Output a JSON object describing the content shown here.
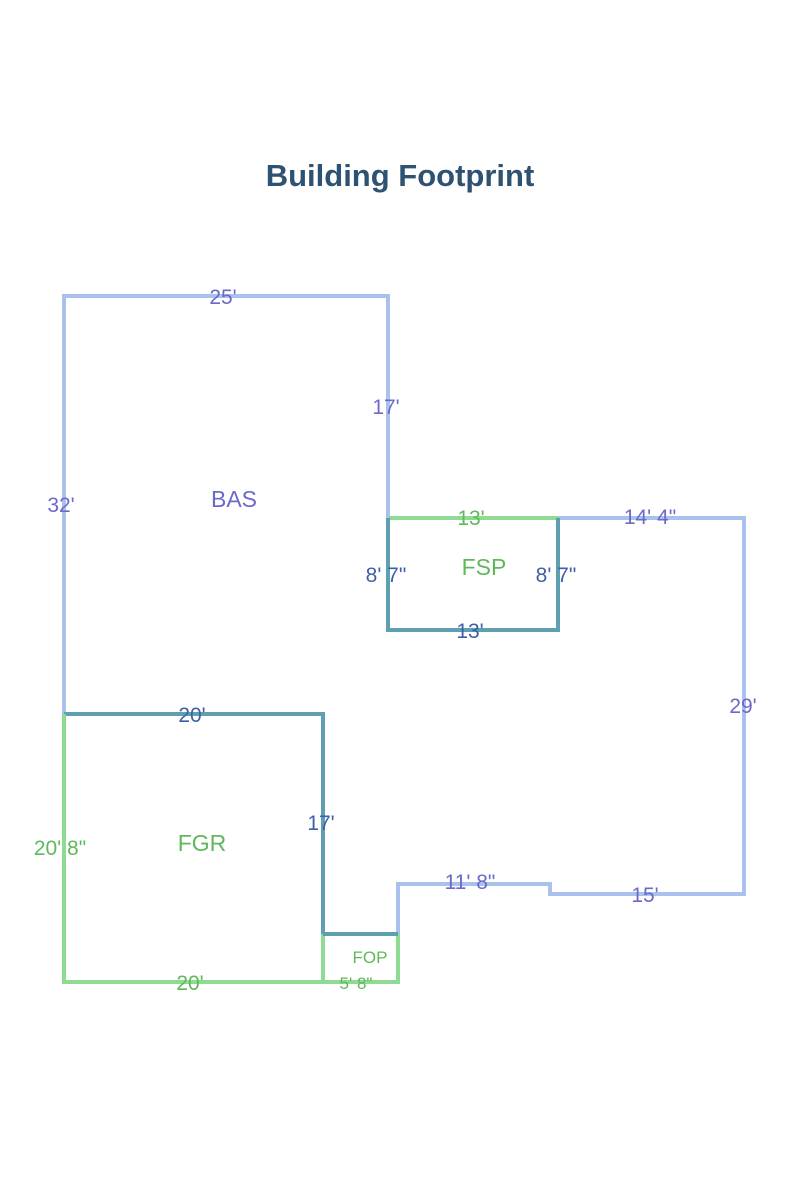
{
  "title": "Building Footprint",
  "colors": {
    "title": "#2e5272",
    "bas_line": "#a9c1ec",
    "bas_text": "#6b69c9",
    "shared_line": "#5f9fb2",
    "shared_text": "#3f5fa8",
    "green_line": "#8fdb93",
    "green_text": "#5fb95a"
  },
  "areas": {
    "bas": "BAS",
    "fsp": "FSP",
    "fgr": "FGR",
    "fop": "FOP"
  },
  "dimensions": {
    "bas_top": "25'",
    "bas_left": "32'",
    "bas_inner_right": "17'",
    "bas_right_top": "14' 4\"",
    "bas_right": "29'",
    "bas_step": "11' 8\"",
    "bas_bottom_right": "15'",
    "fsp_top": "13'",
    "fsp_bottom": "13'",
    "fsp_left": "8' 7\"",
    "fsp_right": "8' 7\"",
    "fgr_top": "20'",
    "fgr_right": "17'",
    "fgr_left": "20' 8\"",
    "fgr_bottom": "20'",
    "fop_bottom": "5' 8\""
  }
}
